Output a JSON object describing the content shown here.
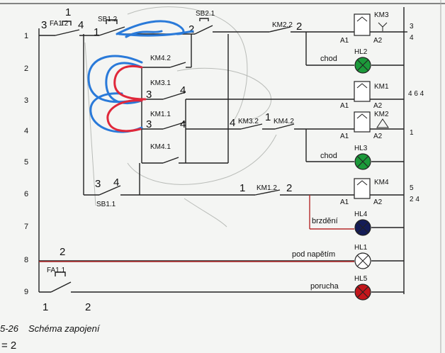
{
  "rows": [
    "1",
    "2",
    "3",
    "4",
    "5",
    "6",
    "7",
    "8",
    "9"
  ],
  "components": {
    "fa12": "FA1.2",
    "sb12": "SB1.2",
    "sb21": "SB2.1",
    "km22": "KM2.2",
    "km3": "KM3",
    "hl2": "HL2",
    "km42": "KM4.2",
    "km31": "KM3.1",
    "km1": "KM1",
    "km11": "KM1.1",
    "km32": "KM3.2",
    "km4x": "KM4.2",
    "km2": "KM2",
    "hl3": "HL3",
    "km41": "KM4.1",
    "km12": "KM1.2",
    "km4": "KM4",
    "sb11": "SB1.1",
    "hl4": "HL4",
    "hl1": "HL1",
    "fa11": "FA1.1",
    "hl5": "HL5"
  },
  "coil_pins": {
    "a1": "A1",
    "a2": "A2"
  },
  "lamp_labels": {
    "chod2": "chod",
    "chod3": "chod",
    "brzdeni": "brzdění",
    "pod_napetim": "pod napětím",
    "porucha": "porucha"
  },
  "right_refs": {
    "km3": [
      "3",
      "4"
    ],
    "km1": "4 6 4",
    "km2": "1",
    "km4": [
      "5",
      "2 4"
    ]
  },
  "handwritten": {
    "fa12_left": "3",
    "fa12_top": "1",
    "fa12_right": "4",
    "sb12_left": "1",
    "sb12_right": "2",
    "km22_pin": "2",
    "km31_left": "3",
    "km31_right": "4",
    "km11_left": "3",
    "km11_right": "4",
    "km32_left": "4",
    "km32_right": "1",
    "sb11_left": "3",
    "sb11_right": "4",
    "km12_left": "1",
    "km12_right": "2",
    "row8_mark": "2",
    "fa11_left": "1",
    "fa11_right": "2",
    "bottom_note": "= 2"
  },
  "caption": {
    "figure": "5-26",
    "title": "Schéma zapojení"
  },
  "colors": {
    "wire": "#222222",
    "red_wire": "#b52a2a",
    "blue_marker": "#2a7ad9",
    "red_marker": "#e0283a",
    "lamp_green": "#1b9a3a",
    "lamp_blue": "#141c57",
    "lamp_red": "#c3161b"
  }
}
